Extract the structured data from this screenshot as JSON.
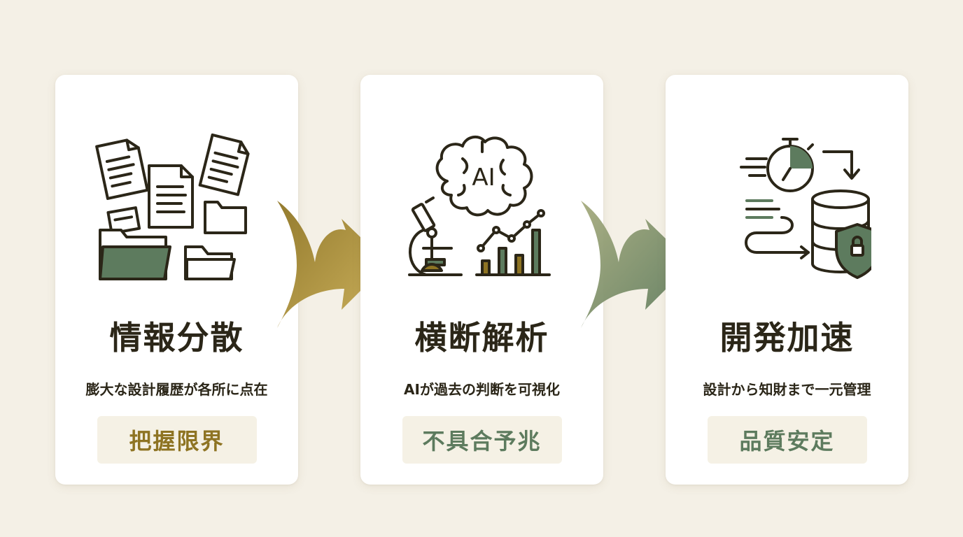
{
  "colors": {
    "background": "#f4f0e6",
    "card": "#ffffff",
    "ink": "#2b2618",
    "gold": "#8e7423",
    "green": "#5d7b5e",
    "tag_bg": "#f5f1e5"
  },
  "steps": [
    {
      "title": "情報分散",
      "description": "膨大な設計履歴が各所に点在",
      "tag": "把握限界",
      "tag_color": "#8e7423",
      "icon": "scattered-documents-folders-icon"
    },
    {
      "title": "横断解析",
      "description": "AIが過去の判断を可視化",
      "tag": "不具合予兆",
      "tag_color": "#5d7b5e",
      "icon": "ai-brain-microscope-chart-icon",
      "icon_text": "AI"
    },
    {
      "title": "開発加速",
      "description": "設計から知財まで一元管理",
      "tag": "品質安定",
      "tag_color": "#5d7b5e",
      "icon": "stopwatch-database-shield-icon"
    }
  ],
  "arrows": [
    {
      "icon": "chevron-arrow-right-icon",
      "from": "#8e7423",
      "to": "#b89a3a"
    },
    {
      "icon": "chevron-arrow-right-icon",
      "from": "#9aa37a",
      "to": "#5d7b5e"
    }
  ]
}
